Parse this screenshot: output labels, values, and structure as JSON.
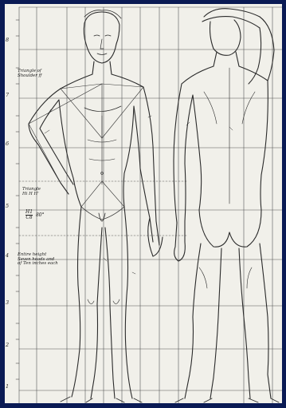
{
  "plate": {
    "background": "#f1f0ea",
    "ink": "#1f1f1f",
    "frame_color": "#0a1a54"
  },
  "annotations": {
    "triangle_shoulder_line1": "Triangle of",
    "triangle_shoulder_line2": "Shoulder ff",
    "triangle_hip_line1": "Triangle",
    "triangle_hip_line2": "Hi H H'",
    "fraction_top": "H1",
    "fraction_bottom": "C8",
    "fraction_side": "80°",
    "entire_height_line1": "Entire height",
    "entire_height_line2": "Seven heads and",
    "entire_height_line3": "of Ten inches each"
  },
  "scale_ticks": [
    "8",
    "7",
    "6",
    "5",
    "4",
    "3",
    "2",
    "1"
  ]
}
